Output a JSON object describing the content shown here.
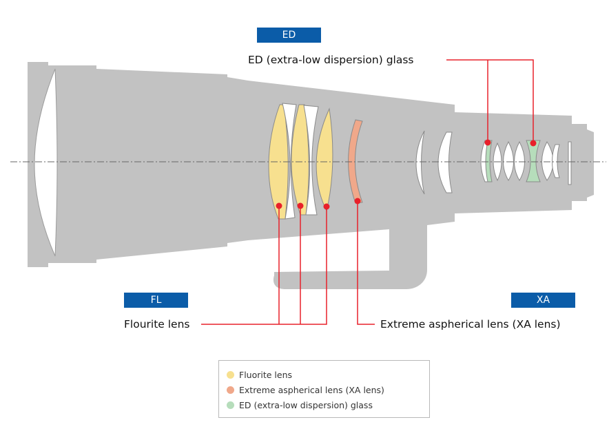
{
  "badges": {
    "ed": "ED",
    "fl": "FL",
    "xa": "XA"
  },
  "callouts": {
    "ed_glass": "ED (extra-low dispersion) glass",
    "fluorite": "Flourite lens",
    "xa_lens": "Extreme aspherical lens (XA lens)"
  },
  "legend": {
    "items": [
      {
        "label": "Fluorite lens",
        "color": "#f7e08f"
      },
      {
        "label": "Extreme aspherical lens (XA lens)",
        "color": "#f0a88a"
      },
      {
        "label": "ED (extra-low dispersion) glass",
        "color": "#b6ddbb"
      }
    ]
  },
  "colors": {
    "barrel": "#c2c2c2",
    "badge": "#0b5ca8",
    "leader": "#e8202a",
    "fluorite": "#f7e08f",
    "xa": "#f0a88a",
    "ed": "#b6ddbb"
  }
}
